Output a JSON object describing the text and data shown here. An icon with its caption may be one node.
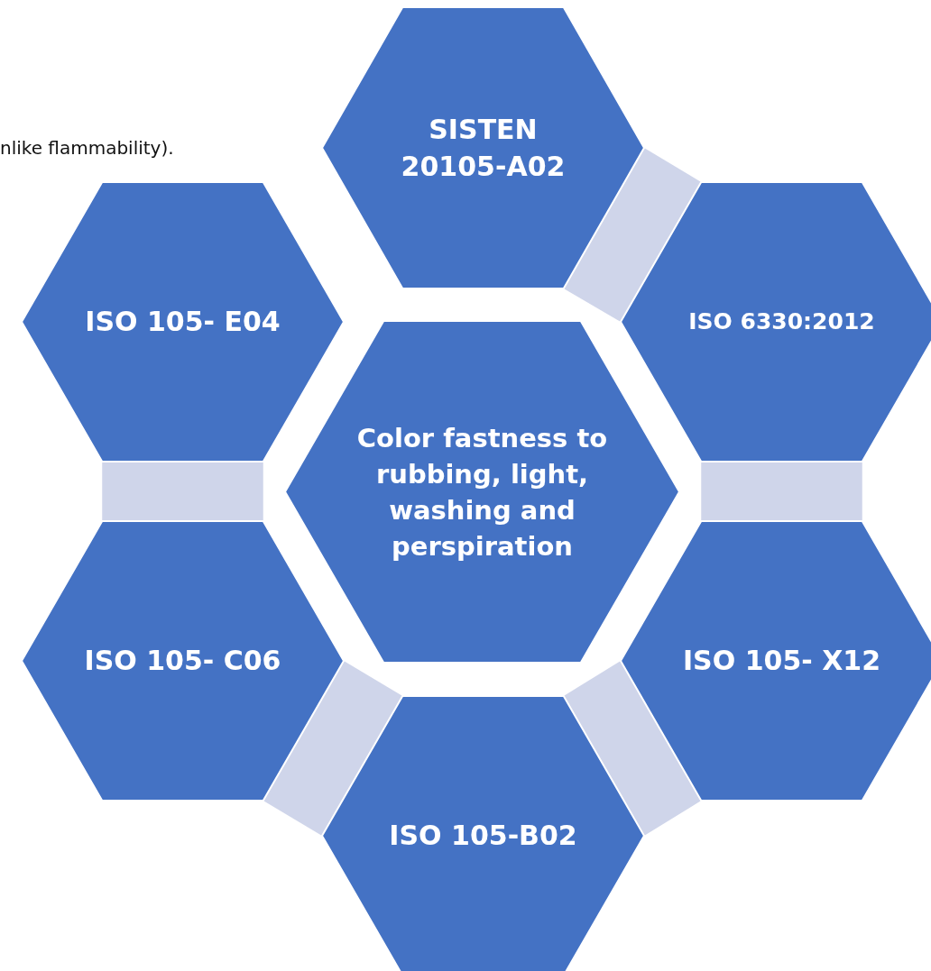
{
  "diagram": {
    "nodes": [
      {
        "text": [
          "Color fastness to rubbing, light, washing and perspiration"
        ]
      },
      {
        "text": [
          "SISTEN 20105-A02"
        ]
      },
      {
        "text": [
          "ISO 6330:2012"
        ]
      },
      {
        "text": [
          "ISO 105- X12"
        ]
      },
      {
        "text": [
          "ISO 105-B02"
        ]
      },
      {
        "text": [
          "ISO 105- C06"
        ]
      },
      {
        "text": [
          "ISO 105- E04"
        ]
      }
    ],
    "edges": [
      {
        "from": 1,
        "to": 2,
        "arrow": "none"
      },
      {
        "from": 2,
        "to": 3,
        "arrow": "none"
      },
      {
        "from": 3,
        "to": 4,
        "arrow": "none"
      },
      {
        "from": 4,
        "to": 5,
        "arrow": "none"
      },
      {
        "from": 5,
        "to": 6,
        "arrow": "none"
      }
    ],
    "labels": [
      "nlike flammability)."
    ]
  }
}
